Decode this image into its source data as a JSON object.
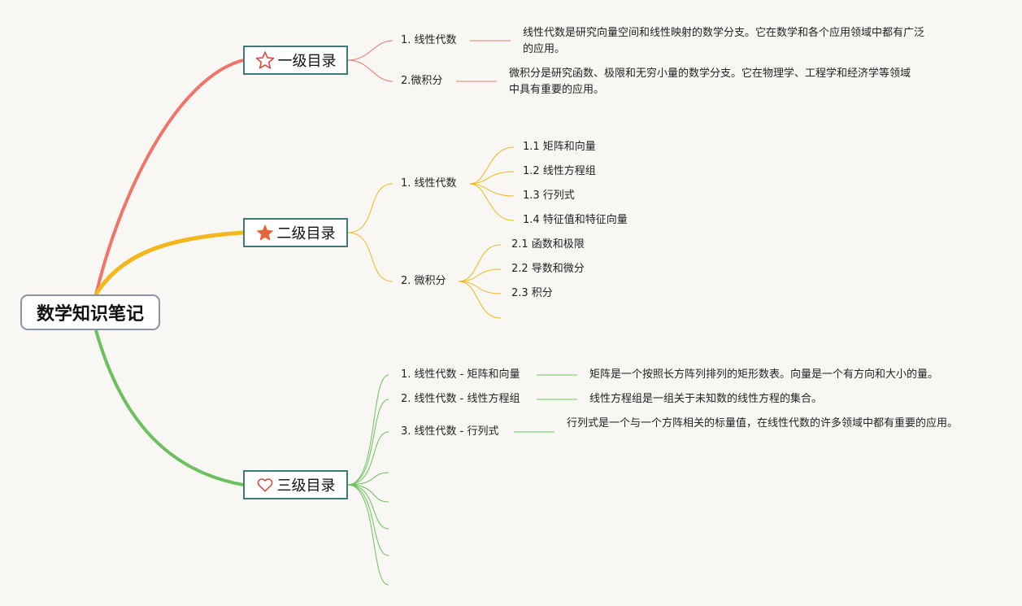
{
  "root": {
    "title": "数学知识笔记"
  },
  "categories": [
    {
      "title": "一级目录",
      "icon": "star-outline-icon",
      "color": "#f07468",
      "items": [
        {
          "label": "1. 线性代数",
          "desc": "线性代数是研究向量空间和线性映射的数学分支。它在数学和各个应用领域中都有广泛的应用。"
        },
        {
          "label": "2.微积分",
          "desc": "微积分是研究函数、极限和无穷小量的数学分支。它在物理学、工程学和经济学等领域中具有重要的应用。"
        }
      ]
    },
    {
      "title": "二级目录",
      "icon": "star-filled-icon",
      "color": "#f2b81c",
      "groups": [
        {
          "label": "1. 线性代数",
          "children": [
            "1.1 矩阵和向量",
            "1.2 线性方程组",
            "1.3 行列式",
            "1.4 特征值和特征向量"
          ]
        },
        {
          "label": "2. 微积分",
          "children": [
            "2.1 函数和极限",
            "2.2 导数和微分",
            "2.3 积分",
            ""
          ]
        }
      ]
    },
    {
      "title": "三级目录",
      "icon": "heart-outline-icon",
      "color": "#6cc05e",
      "items": [
        {
          "label": "1. 线性代数 - 矩阵和向量",
          "desc": "矩阵是一个按照长方阵列排列的矩形数表。向量是一个有方向和大小的量。"
        },
        {
          "label": "2. 线性代数 - 线性方程组",
          "desc": "线性方程组是一组关于未知数的线性方程的集合。"
        },
        {
          "label": "3. 线性代数 - 行列式",
          "desc": "行列式是一个与一个方阵相关的标量值，在线性代数的许多领域中都有重要的应用。"
        }
      ],
      "empty_branches": 5
    }
  ]
}
